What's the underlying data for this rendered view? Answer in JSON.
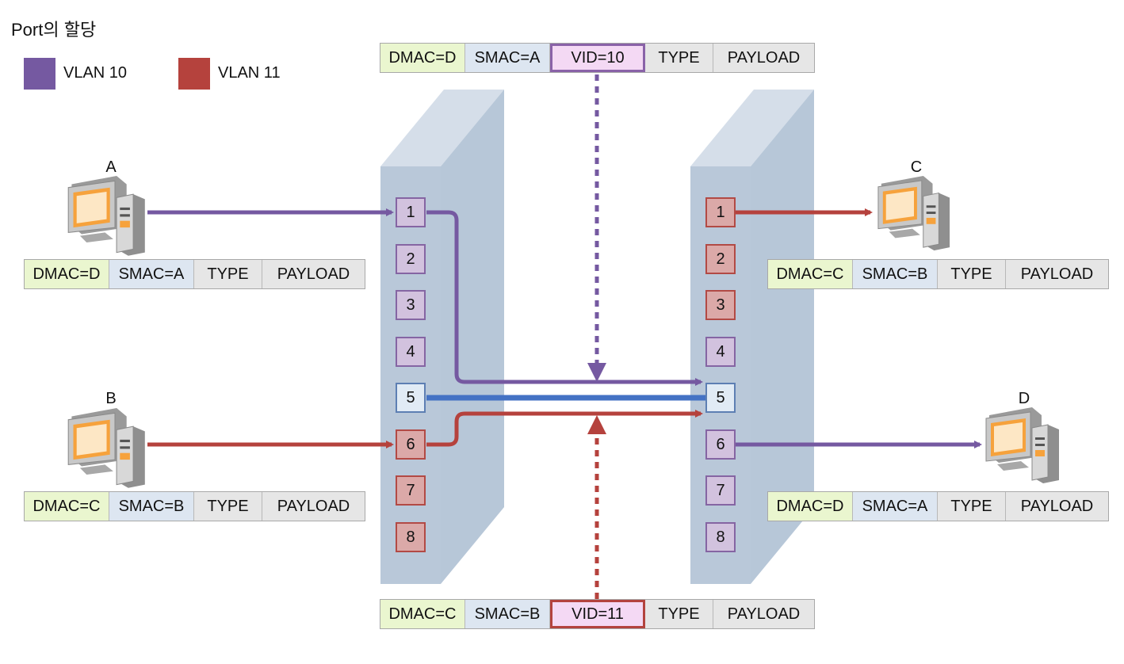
{
  "title": "Port의 할당",
  "legend": [
    {
      "label": "VLAN 10",
      "color": "#7559a1"
    },
    {
      "label": "VLAN 11",
      "color": "#b5423d"
    }
  ],
  "colors": {
    "vlan10": "#7559a1",
    "vlan11": "#b5423d",
    "trunk": "#4472c4",
    "switch": "#b9c8d9"
  },
  "hosts": {
    "a": "A",
    "b": "B",
    "c": "C",
    "d": "D"
  },
  "frames": {
    "top": [
      "DMAC=D",
      "SMAC=A",
      "VID=10",
      "TYPE",
      "PAYLOAD"
    ],
    "bottom": [
      "DMAC=C",
      "SMAC=B",
      "VID=11",
      "TYPE",
      "PAYLOAD"
    ],
    "host_a": [
      "DMAC=D",
      "SMAC=A",
      "TYPE",
      "PAYLOAD"
    ],
    "host_b": [
      "DMAC=C",
      "SMAC=B",
      "TYPE",
      "PAYLOAD"
    ],
    "host_c": [
      "DMAC=C",
      "SMAC=B",
      "TYPE",
      "PAYLOAD"
    ],
    "host_d": [
      "DMAC=D",
      "SMAC=A",
      "TYPE",
      "PAYLOAD"
    ]
  },
  "switch1_ports": [
    "1",
    "2",
    "3",
    "4",
    "5",
    "6",
    "7",
    "8"
  ],
  "switch2_ports": [
    "1",
    "2",
    "3",
    "4",
    "5",
    "6",
    "7",
    "8"
  ]
}
